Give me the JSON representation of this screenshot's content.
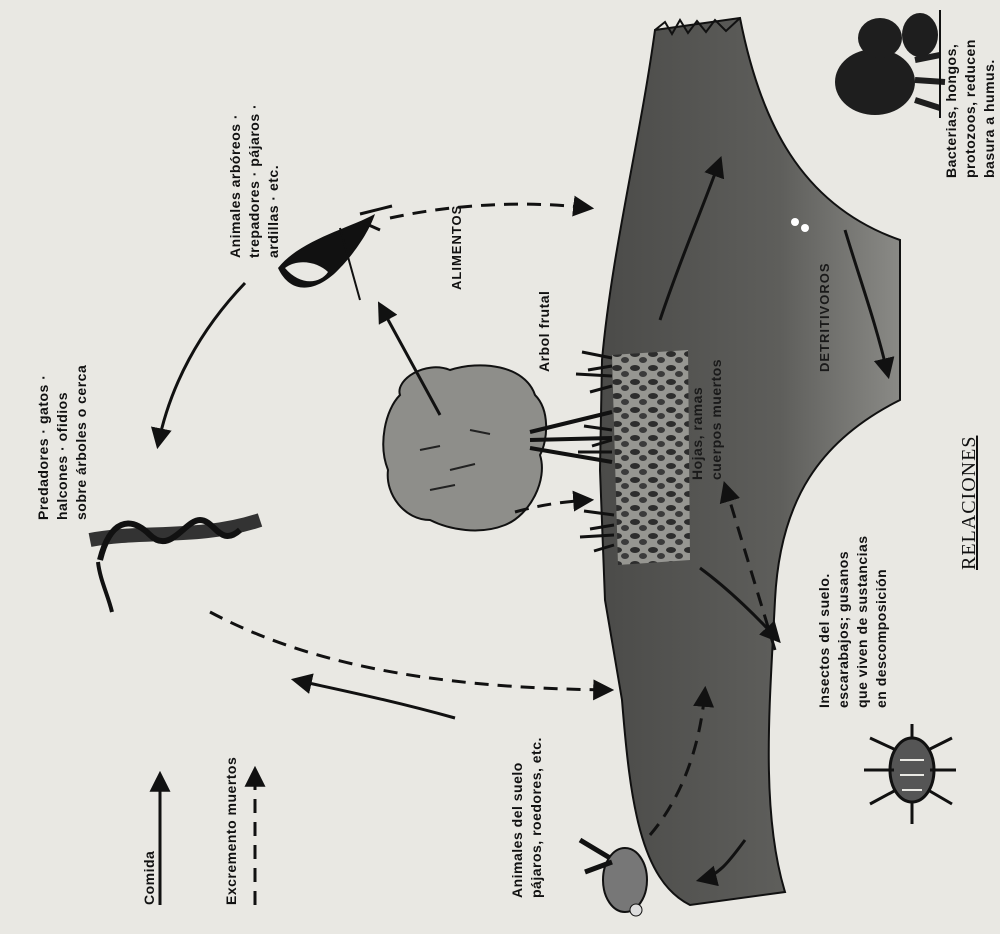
{
  "title": "RELACIONES",
  "legend": {
    "food_label": "Comida",
    "waste_label": "Excremento muertos"
  },
  "labels": {
    "predators": [
      "Predadores · gatos ·",
      "halcones · ofidios",
      "sobre árboles o cerca"
    ],
    "tree_animals": [
      "Animales arbóreos ·",
      "trepadores · pájaros ·",
      "ardillas · etc."
    ],
    "food": "ALIMENTOS",
    "fruit_tree": "Arbol frutal",
    "litter": [
      "Hojas, ramas",
      "cuerpos muertos"
    ],
    "detritivores": "DETRITIVOROS",
    "decomposers": [
      "Bacterias, hongos,",
      "protozoos, reducen",
      "basura a humus."
    ],
    "soil_insects": [
      "Insectos del suelo.",
      "escarabajos; gusanos",
      "que viven de sustancias",
      "en descomposición"
    ],
    "ground_animals": [
      "Animales del suelo",
      "pájaros, roedores, etc."
    ]
  },
  "colors": {
    "paper": "#e9e8e3",
    "soil": "#5a5a58",
    "ink": "#111111",
    "canopy": "#8e8e8a"
  },
  "icons": [
    "snake-icon",
    "bird-icon",
    "tree-icon",
    "mushroom-icon",
    "beetle-icon",
    "rabbit-icon"
  ]
}
